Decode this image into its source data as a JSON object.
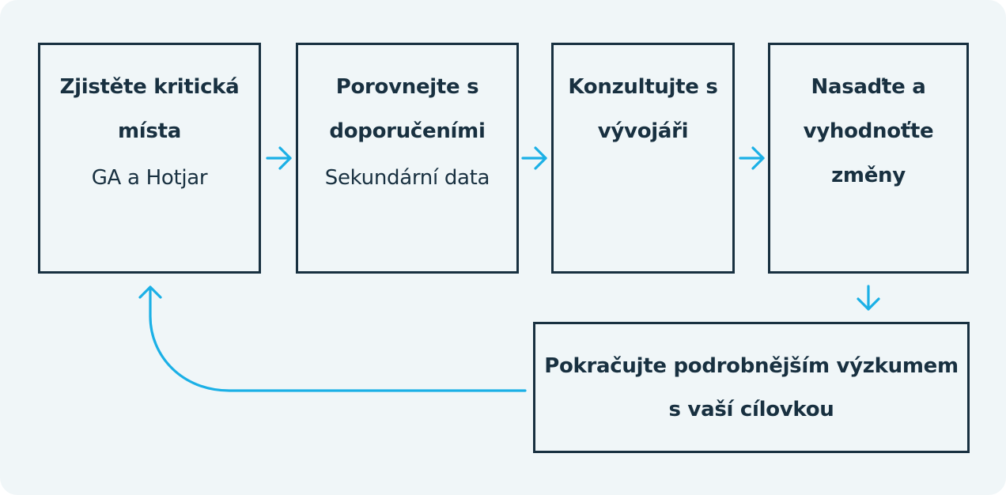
{
  "steps": [
    {
      "title": "Zjistěte kritická místa",
      "subtitle": "GA a Hotjar"
    },
    {
      "title": "Porovnejte s doporučeními",
      "subtitle": "Sekundární data"
    },
    {
      "title": "Konzultujte s vývojáři",
      "subtitle": ""
    },
    {
      "title": "Nasaďte a vyhodnoťte změny",
      "subtitle": ""
    },
    {
      "title": "Pokračujte podrobnějším výzkumem s vaší cílovkou",
      "subtitle": ""
    }
  ],
  "colors": {
    "background": "#f0f6f8",
    "box_border": "#183040",
    "text": "#183040",
    "arrow": "#1bb0e6"
  }
}
